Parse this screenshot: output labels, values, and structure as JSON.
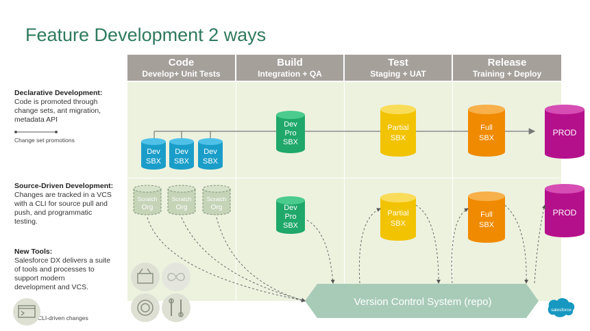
{
  "title": "Feature Development 2 ways",
  "stages": [
    {
      "name": "Code",
      "sub": "Develop+ Unit Tests"
    },
    {
      "name": "Build",
      "sub": "Integration + QA"
    },
    {
      "name": "Test",
      "sub": "Staging + UAT"
    },
    {
      "name": "Release",
      "sub": "Training + Deploy"
    }
  ],
  "rows": {
    "declarative": {
      "heading": "Declarative Development:",
      "body": [
        "Code is promoted through",
        "change sets, ant migration,",
        "metadata API"
      ]
    },
    "source": {
      "heading": "Source-Driven Development:",
      "body": [
        "Changes are tracked in a VCS",
        "with a CLI for source pull and",
        "push, and programmatic",
        "testing."
      ]
    },
    "tools": {
      "heading": "New Tools:",
      "body": [
        "Salesforce DX delivers a suite",
        "of tools and processes to",
        "support modern",
        "development and VCS."
      ]
    }
  },
  "legend": {
    "change_set": "Change set promotions",
    "cli": "CLI-driven changes"
  },
  "cylinders": {
    "dev_sbx": [
      "Dev",
      "SBX"
    ],
    "dev_pro_sbx": [
      "Dev",
      "Pro",
      "SBX"
    ],
    "partial_sbx": [
      "Partial",
      "SBX"
    ],
    "full_sbx": [
      "Full",
      "SBX"
    ],
    "prod": "PROD",
    "scratch_org": [
      "Scratch",
      "Org"
    ]
  },
  "vcs_label": "Version Control System (repo)",
  "brand": "salesforce",
  "icons": [
    "toolbox-icon",
    "infinity-icon",
    "orbit-icon",
    "tools-icon",
    "terminal-window-icon"
  ],
  "colors": {
    "title": "#2e7a5e",
    "header": "#a6a09b",
    "stage_bg": "#edf2df",
    "dev": "#1a9ec9",
    "dev_pro": "#1fa86a",
    "partial": "#f2c300",
    "full": "#f08a00",
    "prod": "#b5108c",
    "vcs": "#a8cbb8",
    "brand": "#1798c1"
  }
}
